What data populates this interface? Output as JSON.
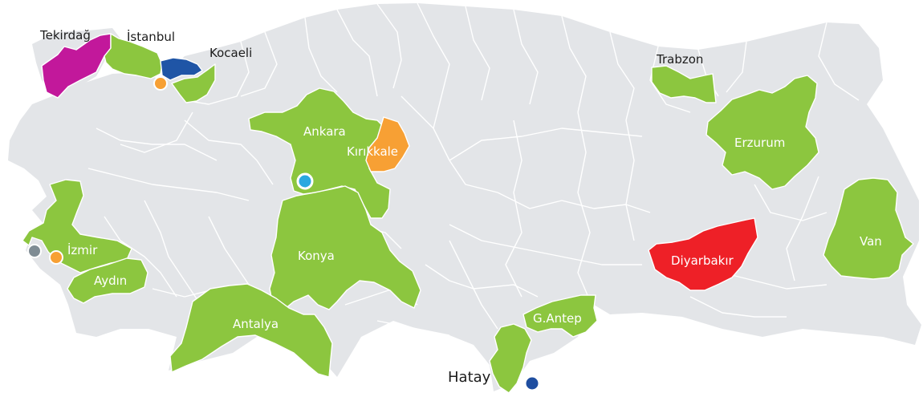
{
  "colors": {
    "land": "#e3e5e8",
    "sea": "#ffffff",
    "green": "#8cc63f",
    "magenta": "#c2189b",
    "blue": "#1f55a6",
    "orange": "#f7a034",
    "red": "#ee2027",
    "light_blue": "#2aa8e0",
    "gray": "#7f8c94",
    "navy": "#1f4ea0"
  },
  "provinces": {
    "tekirdag": {
      "label": "Tekirdağ",
      "color": "magenta"
    },
    "istanbul": {
      "label": "İstanbul",
      "color": "green"
    },
    "kocaeli": {
      "label": "Kocaeli",
      "color": "blue"
    },
    "ankara": {
      "label": "Ankara",
      "color": "green"
    },
    "kirikkale": {
      "label": "Kırıkkale",
      "color": "orange"
    },
    "izmir": {
      "label": "İzmir",
      "color": "green"
    },
    "aydin": {
      "label": "Aydın",
      "color": "green"
    },
    "konya": {
      "label": "Konya",
      "color": "green"
    },
    "antalya": {
      "label": "Antalya",
      "color": "green"
    },
    "trabzon": {
      "label": "Trabzon",
      "color": "green"
    },
    "erzurum": {
      "label": "Erzurum",
      "color": "green"
    },
    "van": {
      "label": "Van",
      "color": "green"
    },
    "diyarbakir": {
      "label": "Diyarbakır",
      "color": "red"
    },
    "gaziantep": {
      "label": "G.Antep",
      "color": "green"
    },
    "hatay": {
      "label": "Hatay",
      "color": "green"
    }
  },
  "markers": {
    "kocaeli_dot": {
      "color": "orange"
    },
    "ankara_dot": {
      "color": "light_blue"
    },
    "izmir_orange_dot": {
      "color": "orange"
    },
    "izmir_gray_dot": {
      "color": "gray"
    },
    "hatay_dot": {
      "color": "navy"
    }
  }
}
